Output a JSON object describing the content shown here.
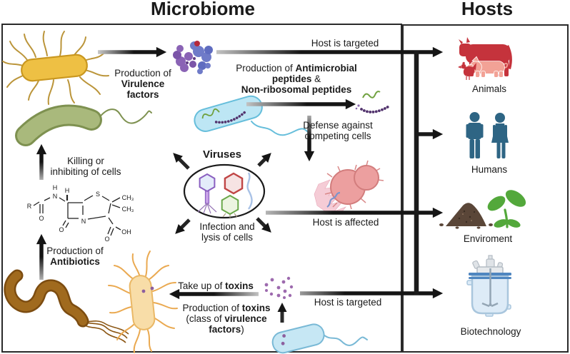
{
  "microbiome": {
    "title": "Microbiome",
    "virulence_label": {
      "line1": "Production of",
      "line2_bold": "Virulence",
      "line3_bold": "factors"
    },
    "host_targeted_top": "Host is targeted",
    "amp_label": {
      "line1_pre": "Production of ",
      "line1_bold": "Antimicrobial",
      "line2_bold": "peptides",
      "line2_post": " &",
      "line3_bold": "Non-ribosomal peptides"
    },
    "defense_label": {
      "line1": "Defense against",
      "line2": "competing cells"
    },
    "viruses_label": "Viruses",
    "infection_label": {
      "line1": "Infection and",
      "line2": "lysis of cells"
    },
    "host_affected": "Host is affected",
    "killing_label": {
      "line1": "Killing or",
      "line2": "inhibiting of cells"
    },
    "antibiotics_label": {
      "line1": "Production of",
      "line2_bold": "Antibiotics"
    },
    "takeup_label": {
      "pre": "Take up of ",
      "bold": "toxins"
    },
    "toxin_label": {
      "line1_pre": "Production of ",
      "line1_bold": "toxins",
      "line2_pre": "(class of ",
      "line2_bold": "virulence",
      "line3_bold": "factors",
      "line3_post": ")"
    },
    "host_targeted_bottom": "Host is targeted",
    "chem": {
      "r": "R",
      "h1": "H",
      "n1": "N",
      "o1": "O",
      "h2": "H",
      "s": "S",
      "ch3a": "CH₃",
      "ch3b": "CH₃",
      "n2": "N",
      "o2": "O",
      "o3": "O",
      "oh": "OH"
    }
  },
  "hosts": {
    "title": "Hosts",
    "items": [
      {
        "label": "Animals",
        "icon": "cow-pig-chicken"
      },
      {
        "label": "Humans",
        "icon": "man-woman"
      },
      {
        "label": "Enviroment",
        "icon": "soil-seedling"
      },
      {
        "label": "Biotechnology",
        "icon": "bioreactor"
      }
    ]
  },
  "colors": {
    "arrow": "#1a1a1a",
    "animal_red": "#c5333c",
    "pig_pink": "#f2a296",
    "human_blue": "#2e6584",
    "soil_brown": "#5a4638",
    "plant_green": "#53a83b",
    "reactor_blue": "#ddebf7",
    "reactor_band": "#4f86c0",
    "toxin_purple": "#9d6aae",
    "bacterium_yellow": "#eec044",
    "bacterium_green": "#a9b97c",
    "bacterium_brown": "#a06a1e",
    "bacterium_tan": "#f8dda8",
    "bacterium_cyan": "#bde6f4",
    "virus_purple": "#8a5fc0",
    "virus_red": "#c04545",
    "virus_green": "#6aa84a"
  }
}
